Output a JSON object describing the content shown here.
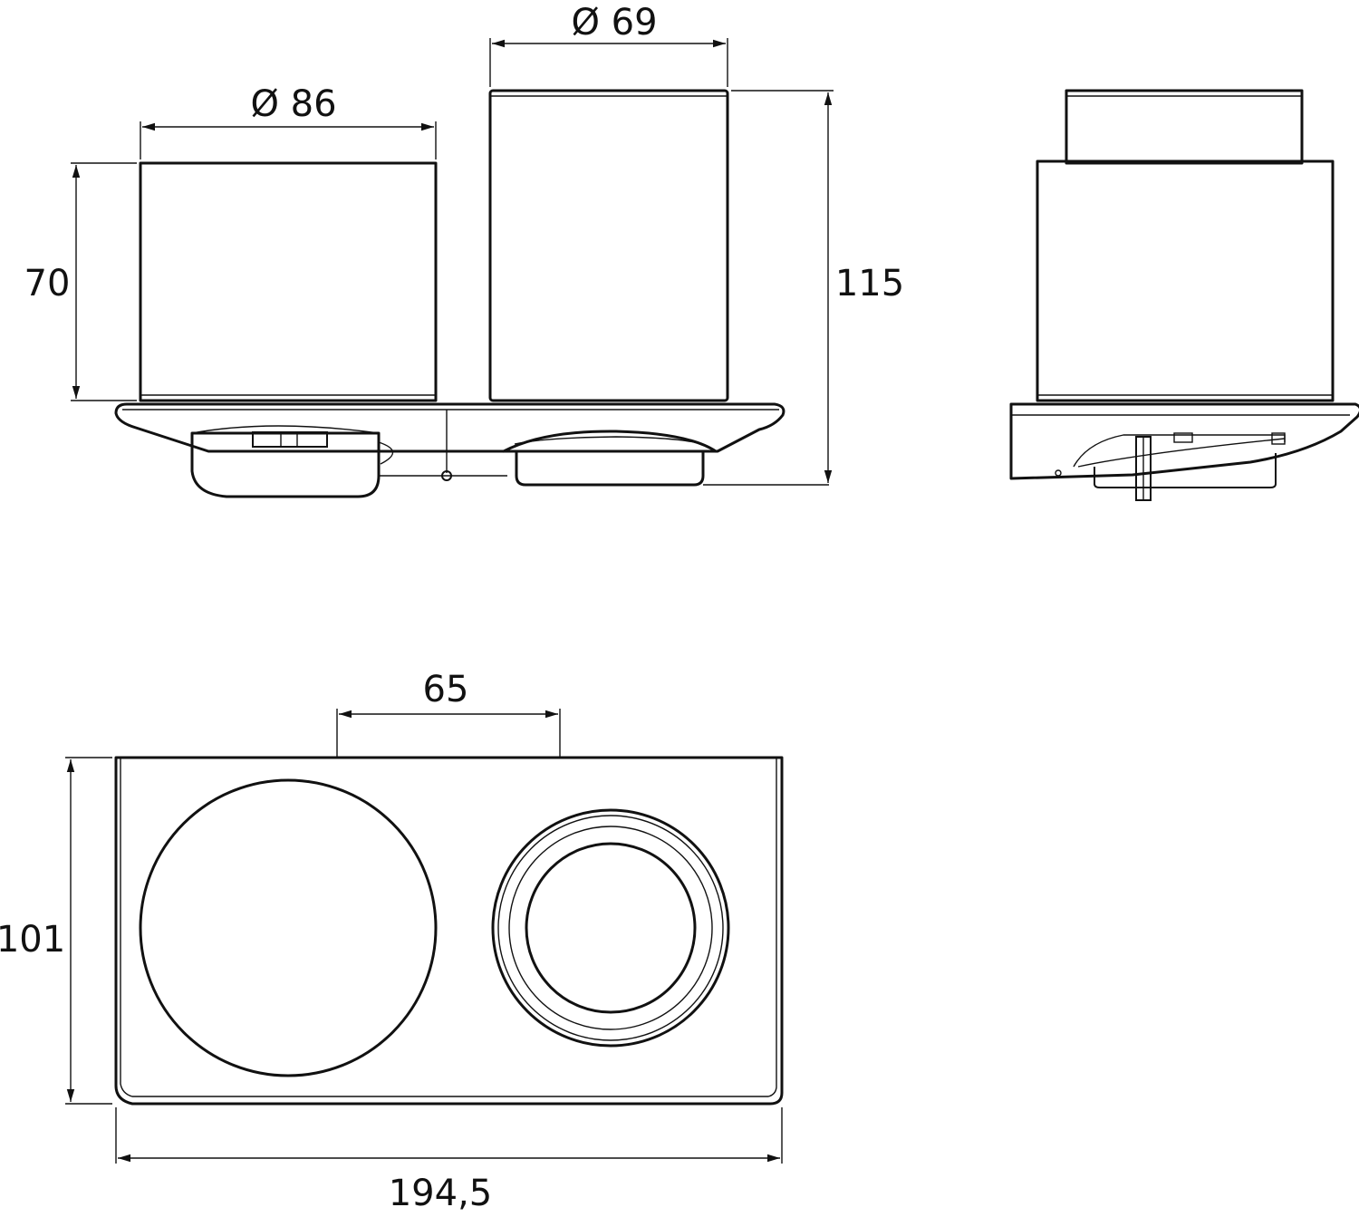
{
  "drawing": {
    "front_view": {
      "dim_left_diameter": "Ø 86",
      "dim_right_diameter": "Ø 69",
      "dim_left_height": "70",
      "dim_total_height": "115"
    },
    "top_view": {
      "dim_center_distance": "65",
      "dim_depth": "101",
      "dim_width": "194,5"
    },
    "colors": {
      "line": "#111111",
      "background": "#ffffff"
    }
  }
}
